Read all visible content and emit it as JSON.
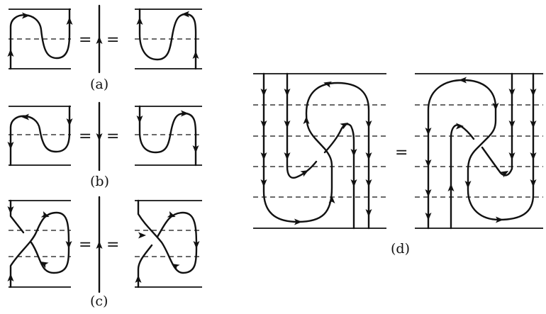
{
  "panels": {
    "a": {
      "label": "(a)"
    },
    "b": {
      "label": "(b)"
    },
    "c": {
      "label": "(c)"
    },
    "d": {
      "label": "(d)"
    }
  },
  "equals_sign": "="
}
